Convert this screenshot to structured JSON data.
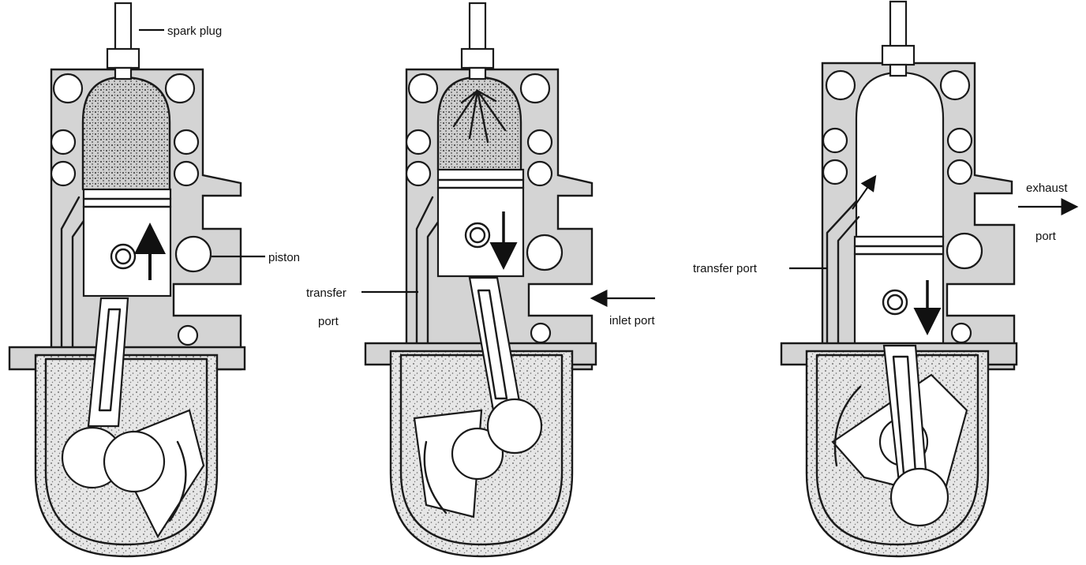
{
  "labels": {
    "spark_plug": "spark plug",
    "piston": "piston",
    "transfer": "transfer",
    "port": "port",
    "inlet_port": "inlet port",
    "transfer_port": "transfer port",
    "exhaust": "exhaust",
    "exhaust_port": "port"
  }
}
